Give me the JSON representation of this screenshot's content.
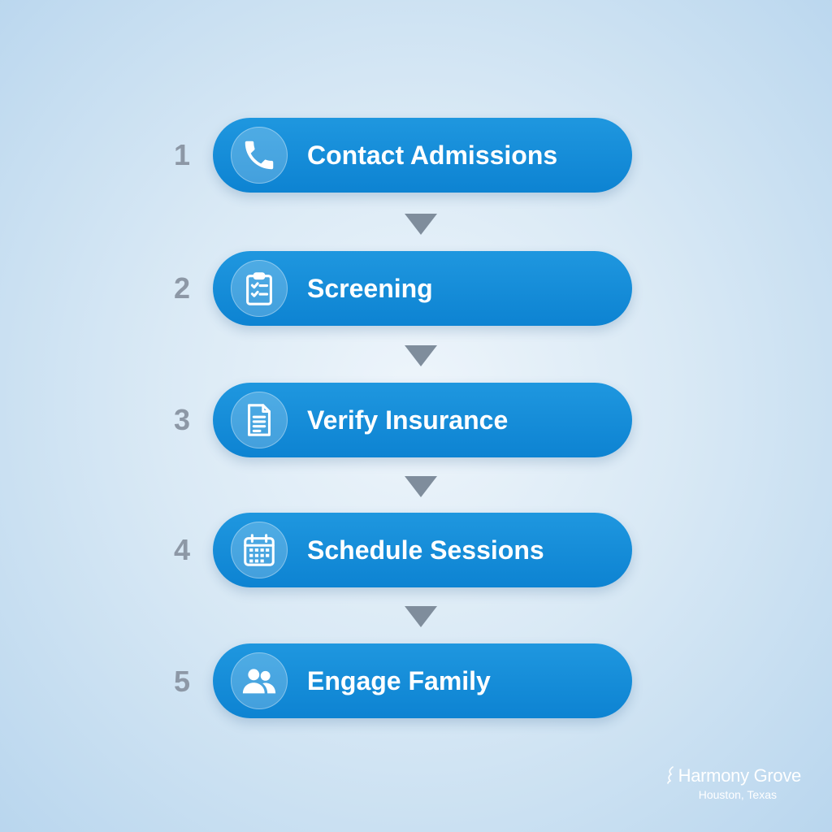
{
  "steps": [
    {
      "number": "1",
      "label": "Contact Admissions",
      "icon": "phone-icon"
    },
    {
      "number": "2",
      "label": "Screening",
      "icon": "clipboard-checklist-icon"
    },
    {
      "number": "3",
      "label": "Verify Insurance",
      "icon": "document-icon"
    },
    {
      "number": "4",
      "label": "Schedule Sessions",
      "icon": "calendar-icon"
    },
    {
      "number": "5",
      "label": "Engage Family",
      "icon": "family-icon"
    }
  ],
  "brand": {
    "name": "Harmony Grove",
    "location": "Houston, Texas"
  },
  "colors": {
    "pill": "#1a90da",
    "step_number": "#8d98a6",
    "arrow": "#7f8d9c",
    "background": "#d9e9f5"
  }
}
